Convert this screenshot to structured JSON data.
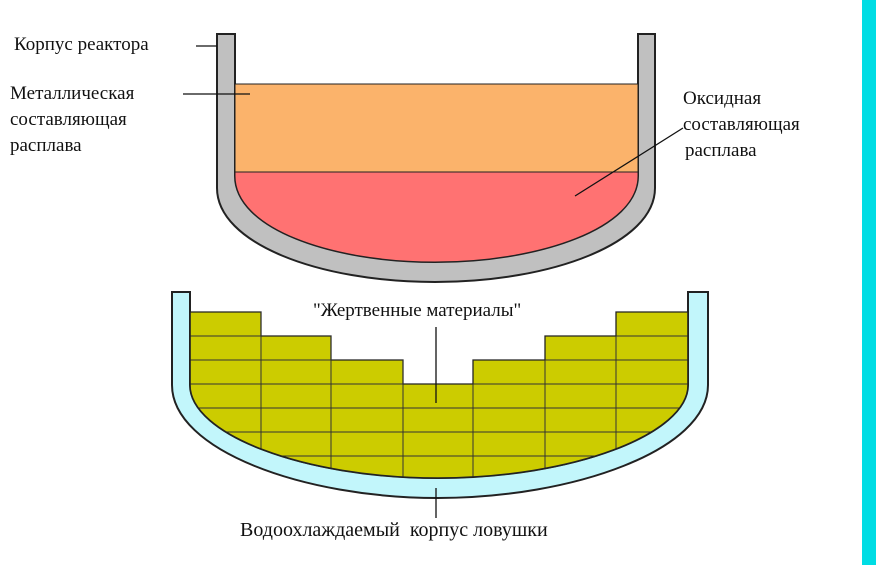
{
  "labels": {
    "reactor_vessel": "Корпус реактора",
    "metal_component": [
      "Металлическая",
      "составляющая",
      "расплава"
    ],
    "oxide_component": [
      "Оксидная",
      "составляющая",
      "расплава"
    ],
    "sacrificial_materials": "\"Жертвенные материалы\"",
    "trap_vessel": "Водоохлаждаемый  корпус ловушки"
  },
  "colors": {
    "vessel_wall": "#c0c0c0",
    "metal_layer": "#fbb36b",
    "oxide_layer": "#ff7272",
    "trap_wall": "#c2f6fb",
    "sacrificial": "#cccc00",
    "edge_bar": "#00dde4"
  }
}
